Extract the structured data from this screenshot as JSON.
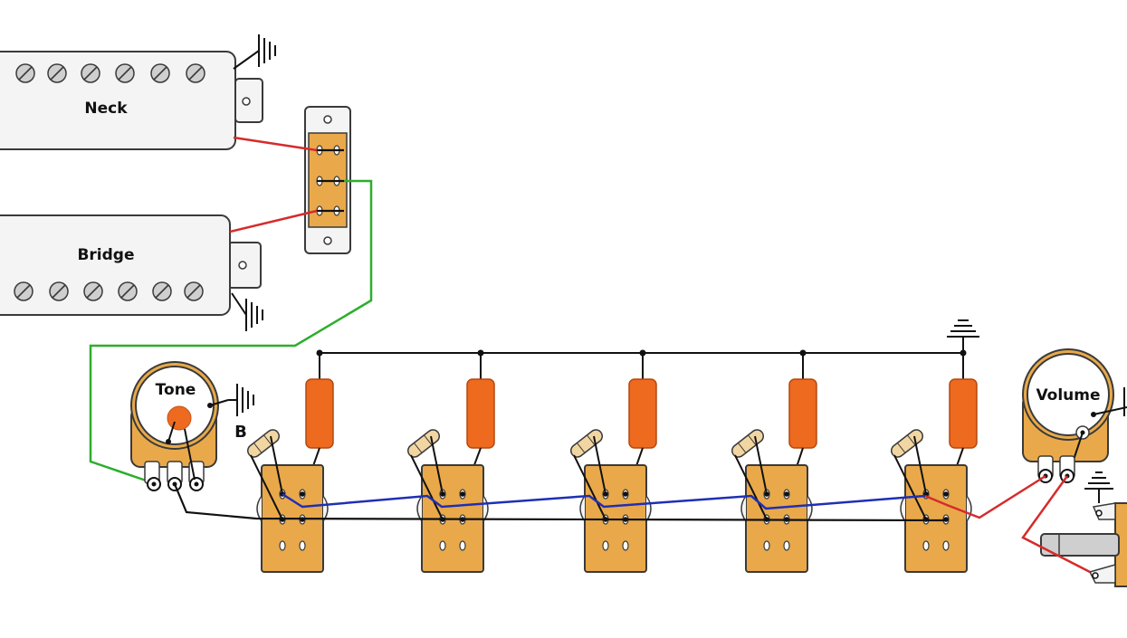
{
  "labels": {
    "neck": "Neck",
    "bridge": "Bridge",
    "tone": "Tone",
    "volume": "Volume",
    "b": "B"
  },
  "colors": {
    "pickup_fill": "#f4f4f4",
    "outline": "#3a3a3a",
    "pot_body": "#e9a94a",
    "switch_body": "#e9a94a",
    "capacitor": "#ee6a1f",
    "resistor": "#f2d6a2",
    "wire_hot": "#d62b2b",
    "wire_green": "#2dae2d",
    "wire_blue": "#1f2fb5",
    "wire_black": "#111111"
  },
  "components": {
    "cap_switch_count": 5,
    "pickup_screws_per_row": 6
  }
}
